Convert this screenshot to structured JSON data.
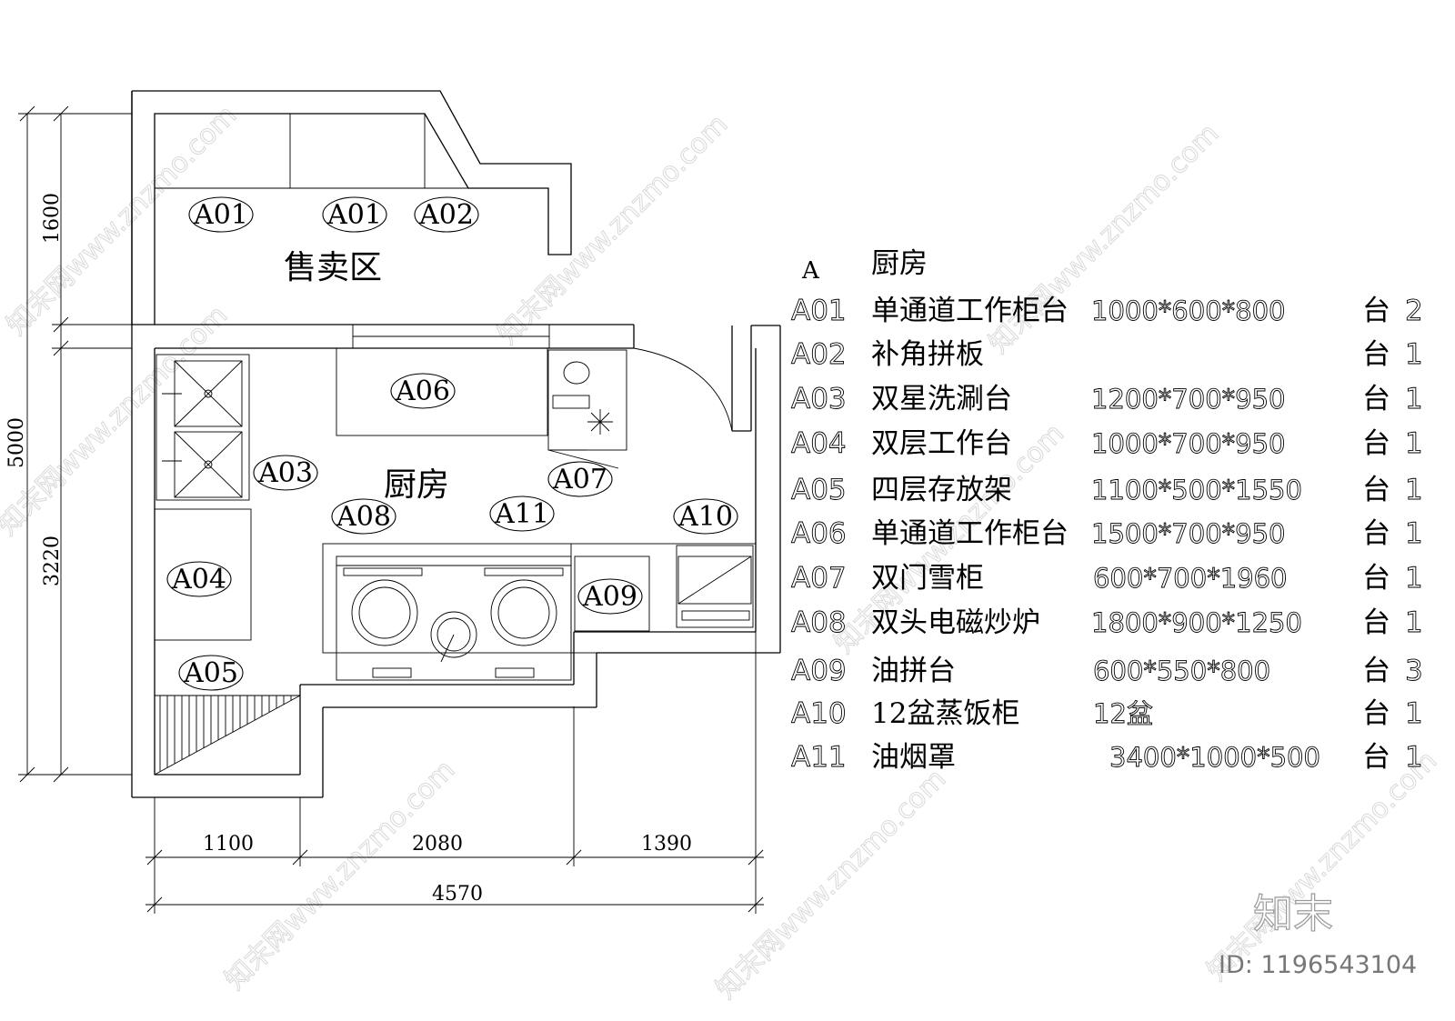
{
  "title": "A 厨房",
  "legend": {
    "header_code": "A",
    "header_name": "厨房",
    "items": [
      {
        "code": "A01",
        "name": "单通道工作柜台",
        "spec": "1000*600*800",
        "unit": "台",
        "qty": "2"
      },
      {
        "code": "A02",
        "name": "补角拼板",
        "spec": "",
        "unit": "台",
        "qty": "1"
      },
      {
        "code": "A03",
        "name": "双星洗涮台",
        "spec": "1200*700*950",
        "unit": "台",
        "qty": "1"
      },
      {
        "code": "A04",
        "name": "双层工作台",
        "spec": "1000*700*950",
        "unit": "台",
        "qty": "1"
      },
      {
        "code": "A05",
        "name": "四层存放架",
        "spec": "1100*500*1550",
        "unit": "台",
        "qty": "1"
      },
      {
        "code": "A06",
        "name": "单通道工作柜台",
        "spec": "1500*700*950",
        "unit": "台",
        "qty": "1"
      },
      {
        "code": "A07",
        "name": "双门雪柜",
        "spec": "600*700*1960",
        "unit": "台",
        "qty": "1"
      },
      {
        "code": "A08",
        "name": "双头电磁炒炉",
        "spec": "1800*900*1250",
        "unit": "台",
        "qty": "1"
      },
      {
        "code": "A09",
        "name": "油拼台",
        "spec": "600*550*800",
        "unit": "台",
        "qty": "3"
      },
      {
        "code": "A10",
        "name": "12盆蒸饭柜",
        "spec": "12盆",
        "unit": "台",
        "qty": "1"
      },
      {
        "code": "A11",
        "name": "油烟罩",
        "spec": "3400*1000*500",
        "unit": "台",
        "qty": "1"
      }
    ]
  },
  "plan": {
    "rooms": {
      "sales": "售卖区",
      "kitchen": "厨房"
    },
    "tags": {
      "a01_left": "A01",
      "a01_right": "A01",
      "a02": "A02",
      "a03": "A03",
      "a04": "A04",
      "a05": "A05",
      "a06": "A06",
      "a07": "A07",
      "a08": "A08",
      "a09": "A09",
      "a10": "A10",
      "a11": "A11"
    },
    "dimensions": {
      "left_top": "1600",
      "left_total": "5000",
      "left_bottom": "3220",
      "bottom_1": "1100",
      "bottom_2": "2080",
      "bottom_3": "1390",
      "bottom_total": "4570"
    }
  },
  "watermark": {
    "text": "知末网www.znzmo.com",
    "brand": "知末",
    "image_id": "ID: 1196543104"
  }
}
